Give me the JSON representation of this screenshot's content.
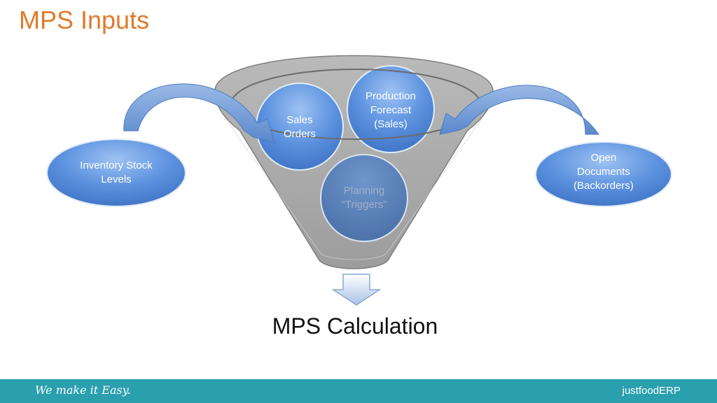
{
  "slide": {
    "title": "MPS Inputs",
    "calculation_label": "MPS Calculation"
  },
  "funnel": {
    "circles": [
      {
        "id": "sales-orders",
        "lines": [
          "Sales",
          "Orders"
        ]
      },
      {
        "id": "production-forecast",
        "lines": [
          "Production",
          "Forecast",
          "(Sales)"
        ]
      },
      {
        "id": "planning-triggers",
        "lines": [
          "Planning",
          "“Triggers”"
        ]
      }
    ]
  },
  "inputs": {
    "left": {
      "lines": [
        "Inventory Stock",
        "Levels"
      ]
    },
    "right": {
      "lines": [
        "Open",
        "Documents",
        "(Backorders)"
      ]
    }
  },
  "footer": {
    "slogan": "We make it Easy.",
    "brand": "justfoodERP"
  },
  "colors": {
    "title": "#e07a2a",
    "footer_bg": "#2a9fae",
    "bubble_blue": "#4a80d0",
    "funnel_gray": "#a9aaa9"
  }
}
